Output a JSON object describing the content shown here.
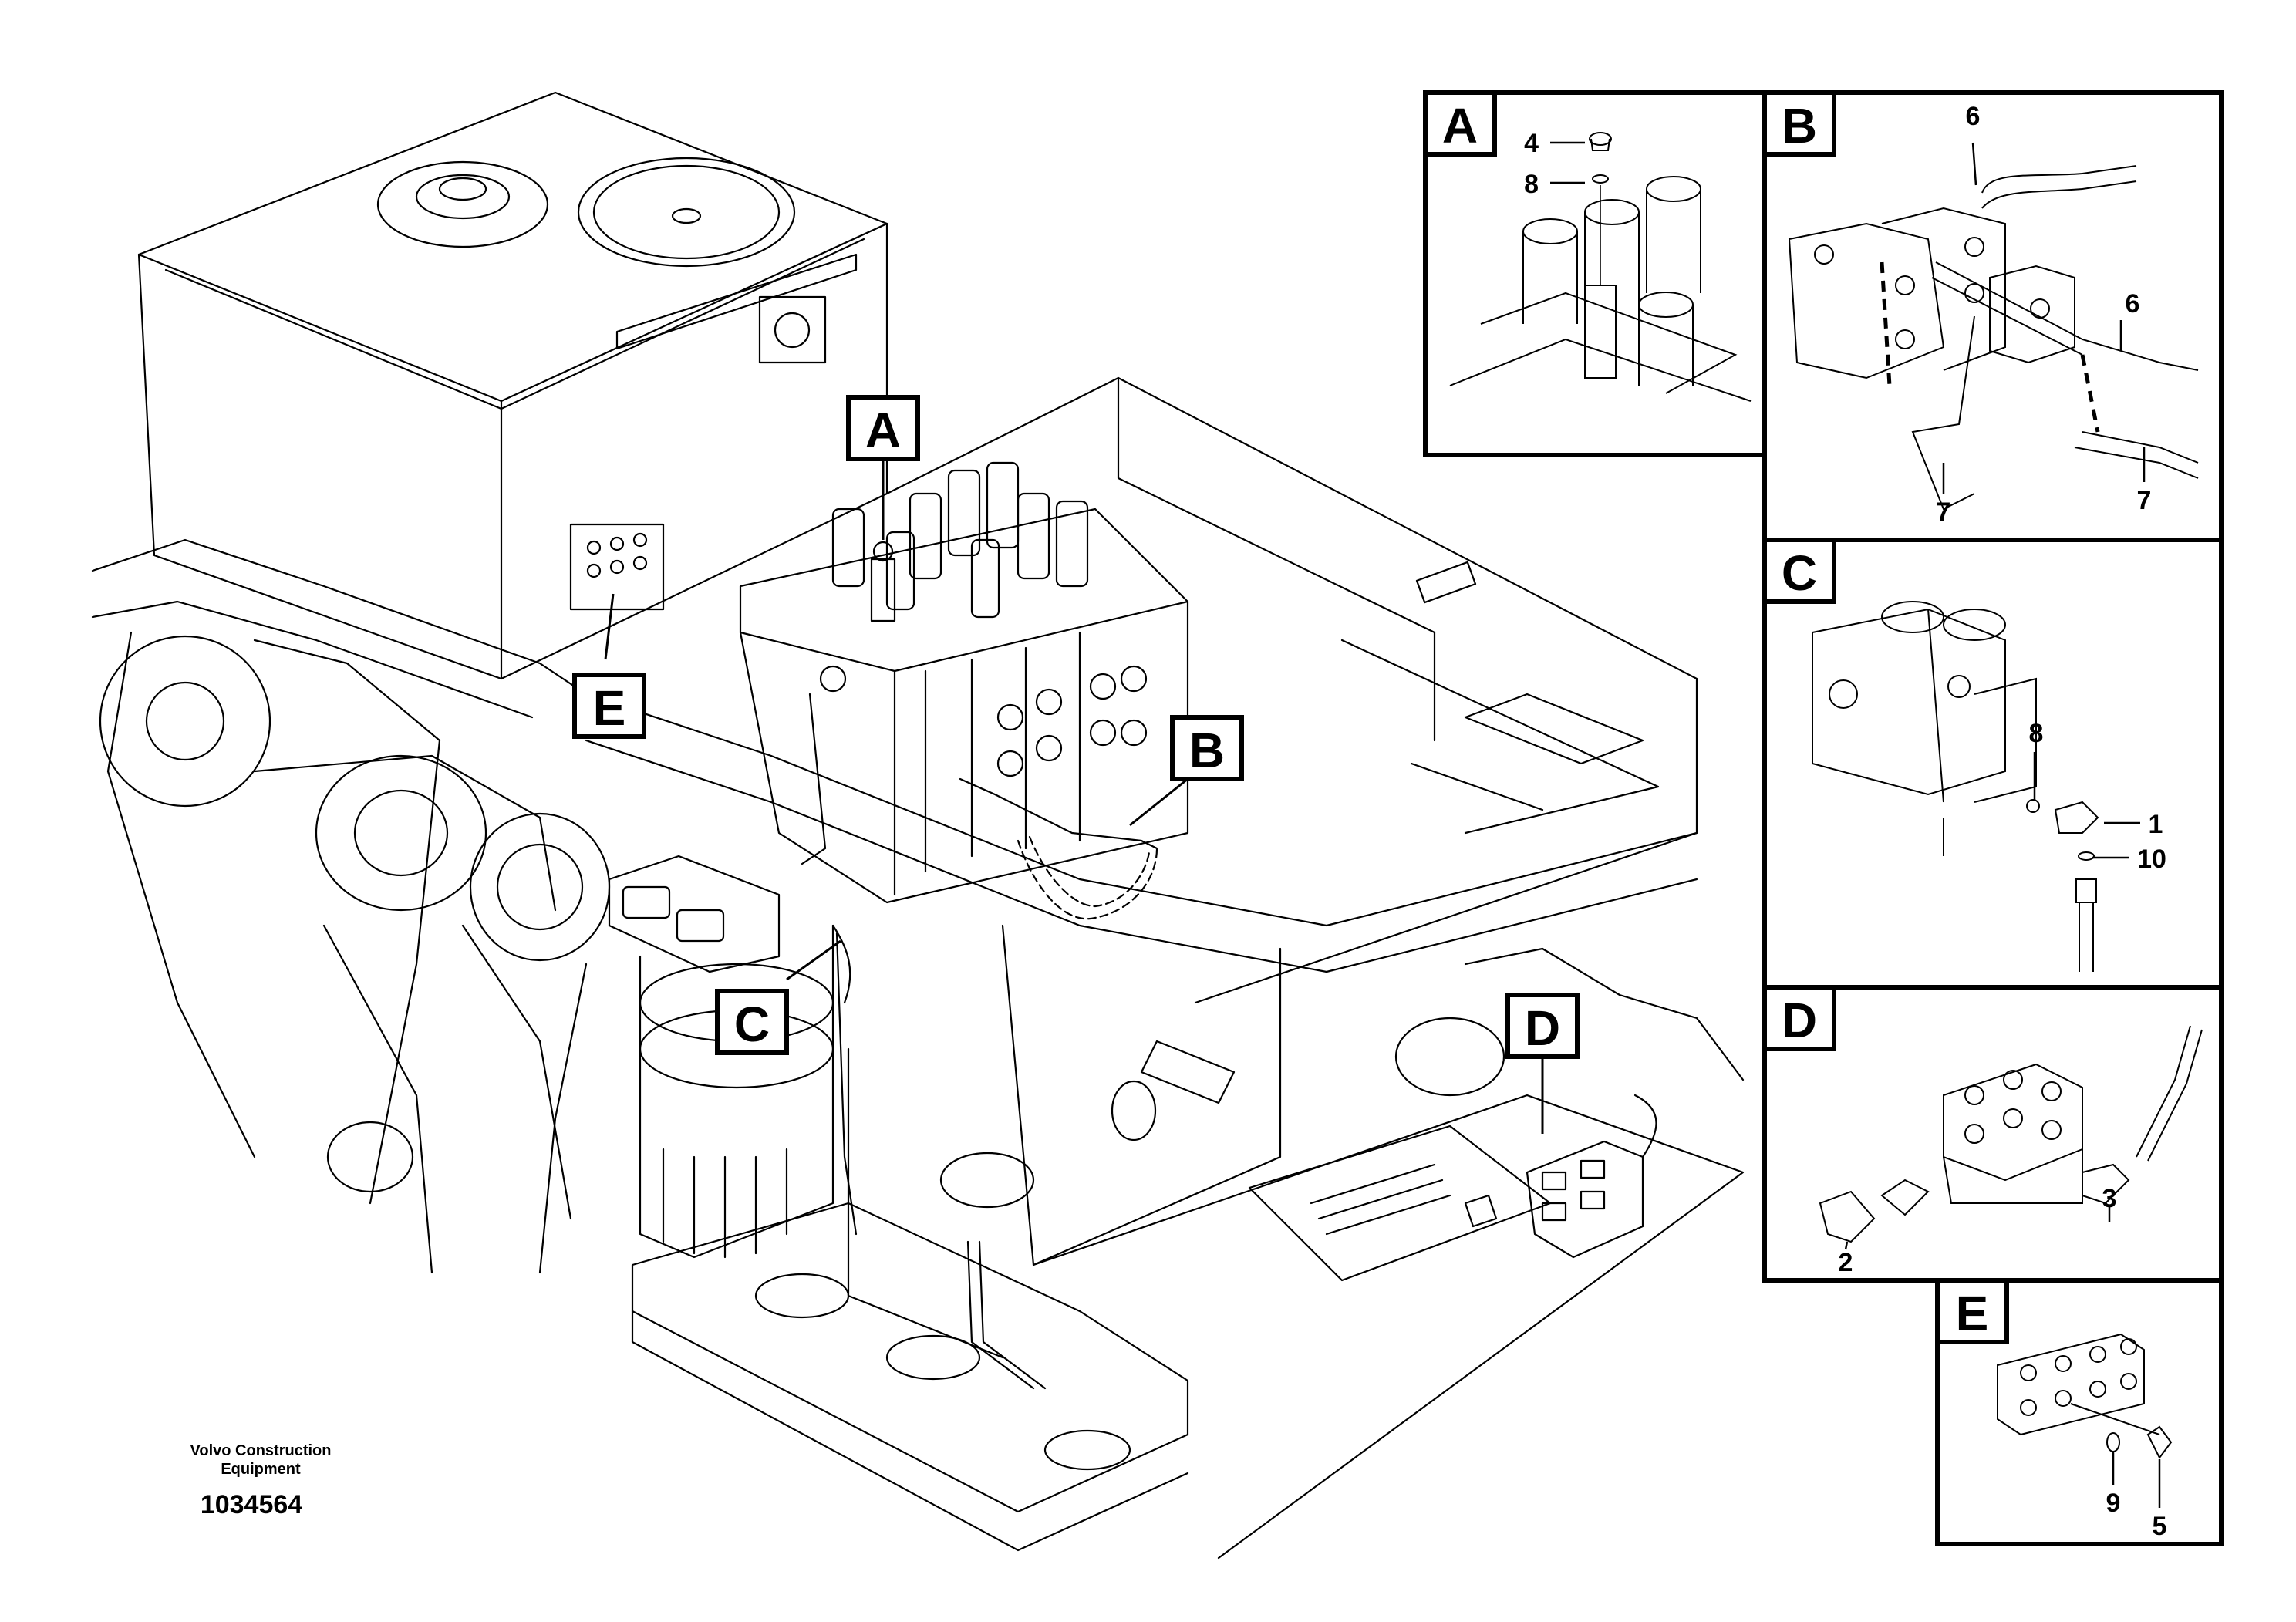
{
  "callouts": {
    "A": "A",
    "B": "B",
    "C": "C",
    "D": "D",
    "E": "E"
  },
  "panels": {
    "A": {
      "label": "A",
      "parts": [
        "4",
        "8"
      ]
    },
    "B": {
      "label": "B",
      "parts": [
        "6",
        "6",
        "7",
        "7"
      ]
    },
    "C": {
      "label": "C",
      "parts": [
        "8",
        "1",
        "10"
      ]
    },
    "D": {
      "label": "D",
      "parts": [
        "2",
        "3"
      ]
    },
    "E": {
      "label": "E",
      "parts": [
        "9",
        "5"
      ]
    }
  },
  "credit": {
    "line1": "Volvo Construction",
    "line2": "Equipment",
    "number": "1034564"
  }
}
